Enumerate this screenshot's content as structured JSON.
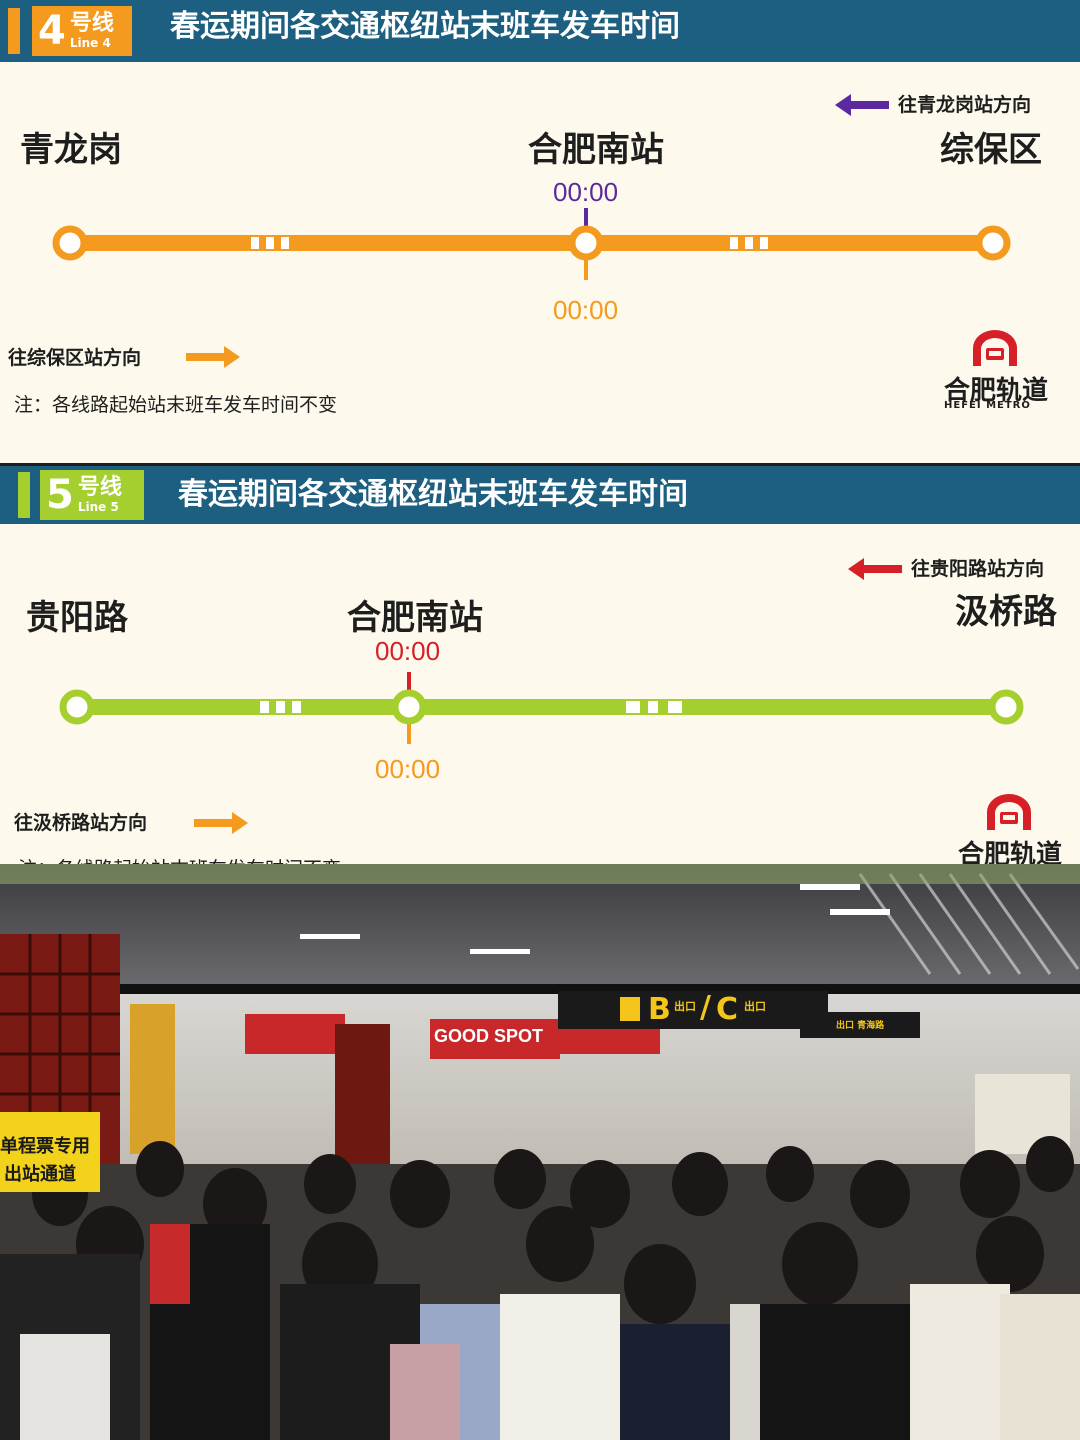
{
  "line4": {
    "badge_num": "4",
    "badge_cn": "号线",
    "badge_en": "Line 4",
    "title": "春运期间各交通枢纽站末班车发车时间",
    "station_left": "青龙岗",
    "station_mid": "合肥南站",
    "station_right": "综保区",
    "dir_top": "往青龙岗站方向",
    "dir_bottom": "往综保区站方向",
    "time_top": "00:00",
    "time_bottom": "00:00",
    "note": "注：各线路起始站末班车发车时间不变",
    "line_color": "#f39a1f",
    "top_time_color": "#5b2a9e",
    "bottom_time_color": "#f39a1f",
    "top_arrow_color": "#5b2a9e"
  },
  "line5": {
    "badge_num": "5",
    "badge_cn": "号线",
    "badge_en": "Line 5",
    "title": "春运期间各交通枢纽站末班车发车时间",
    "station_left": "贵阳路",
    "station_mid": "合肥南站",
    "station_right": "汲桥路",
    "dir_top": "往贵阳路站方向",
    "dir_bottom": "往汲桥路站方向",
    "time_top": "00:00",
    "time_bottom": "00:00",
    "note_partial": "注：各线路起始站末班车发车时间不变",
    "line_color": "#a5cf2e",
    "top_time_color": "#d61f26",
    "bottom_time_color": "#f39a1f",
    "top_arrow_color": "#d61f26"
  },
  "logo": {
    "cn": "合肥轨道",
    "en": "HEFEI METRO",
    "color": "#d61f26"
  },
  "photo": {
    "sign_b": "B",
    "sign_c": "C",
    "sign_exit": "出口",
    "sign_group": "出口 青海路",
    "store_name": "GOOD SPOT",
    "left_sign_1": "单程票专用",
    "left_sign_2": "出站通道"
  }
}
